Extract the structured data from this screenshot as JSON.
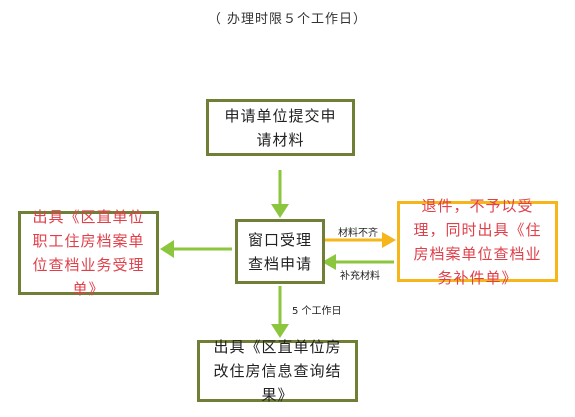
{
  "header_note": "（ 办理时限５个工作日）",
  "boxes": {
    "submit": "申请单位提交申请材料",
    "window": "窗口受理查档申请",
    "receipt": "出具《区直单位职工住房档案单位查档业务受理单》",
    "return": "退件，不予以受理，同时出具《住房档案单位查档业务补件单》",
    "result": "出具《区直单位房改住房信息查询结果》"
  },
  "labels": {
    "incomplete": "材料不齐",
    "supplement": "补充材料",
    "days": "5 个工作日"
  },
  "colors": {
    "box_border": "#6f7f36",
    "arrow_green": "#8cc63f",
    "arrow_yellow": "#f5b51b",
    "red_text": "#e0404a"
  }
}
